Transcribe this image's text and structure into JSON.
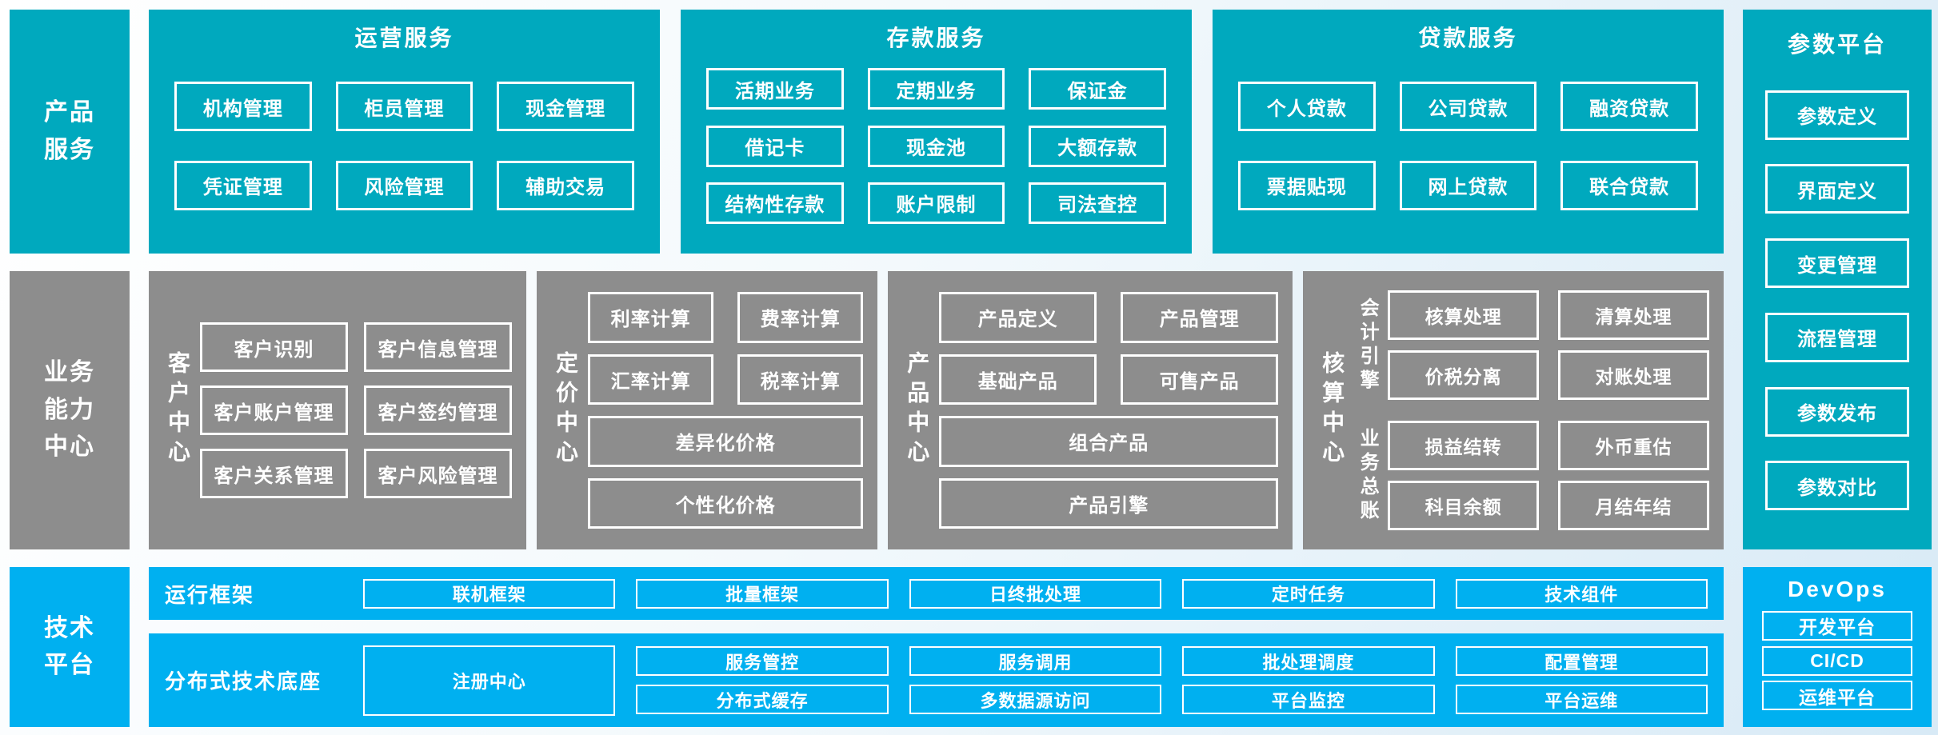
{
  "colors": {
    "teal": "#00A9BE",
    "gray": "#8D8D8D",
    "cyan": "#00B0F0",
    "text": "#FFFFFF"
  },
  "row_labels": {
    "products": "产品\n服务",
    "capability": "业务\n能力\n中心",
    "tech": "技术\n平台"
  },
  "top_sections": [
    {
      "title": "运营服务",
      "items": [
        "机构管理",
        "柜员管理",
        "现金管理",
        "凭证管理",
        "风险管理",
        "辅助交易"
      ]
    },
    {
      "title": "存款服务",
      "items": [
        "活期业务",
        "定期业务",
        "保证金",
        "借记卡",
        "现金池",
        "大额存款",
        "结构性存款",
        "账户限制",
        "司法查控"
      ]
    },
    {
      "title": "贷款服务",
      "items": [
        "个人贷款",
        "公司贷款",
        "融资贷款",
        "票据贴现",
        "网上贷款",
        "联合贷款"
      ]
    }
  ],
  "param_platform": {
    "title": "参数平台",
    "items": [
      "参数定义",
      "界面定义",
      "变更管理",
      "流程管理",
      "参数发布",
      "参数对比"
    ]
  },
  "centers": [
    {
      "label": "客户中心",
      "items": [
        "客户识别",
        "客户信息管理",
        "客户账户管理",
        "客户签约管理",
        "客户关系管理",
        "客户风险管理"
      ]
    },
    {
      "label": "定价中心",
      "small": [
        "利率计算",
        "费率计算",
        "汇率计算",
        "税率计算"
      ],
      "wide": [
        "差异化价格",
        "个性化价格"
      ]
    },
    {
      "label": "产品中心",
      "small": [
        "产品定义",
        "产品管理",
        "基础产品",
        "可售产品"
      ],
      "wide": [
        "组合产品",
        "产品引擎"
      ]
    },
    {
      "label": "核算中心",
      "groups": [
        {
          "label": "会计引擎",
          "items": [
            "核算处理",
            "清算处理",
            "价税分离",
            "对账处理"
          ]
        },
        {
          "label": "业务总账",
          "items": [
            "损益结转",
            "外币重估",
            "科目余额",
            "月结年结"
          ]
        }
      ]
    }
  ],
  "tech_rows": [
    {
      "label": "运行框架",
      "items": [
        "联机框架",
        "批量框架",
        "日终批处理",
        "定时任务",
        "技术组件"
      ]
    },
    {
      "label": "分布式技术底座",
      "big": "注册中心",
      "pairs": [
        [
          "服务管控",
          "分布式缓存"
        ],
        [
          "服务调用",
          "多数据源访问"
        ],
        [
          "批处理调度",
          "平台监控"
        ],
        [
          "配置管理",
          "平台运维"
        ]
      ]
    }
  ],
  "devops": {
    "title": "DevOps",
    "items": [
      "开发平台",
      "CI/CD",
      "运维平台"
    ]
  }
}
